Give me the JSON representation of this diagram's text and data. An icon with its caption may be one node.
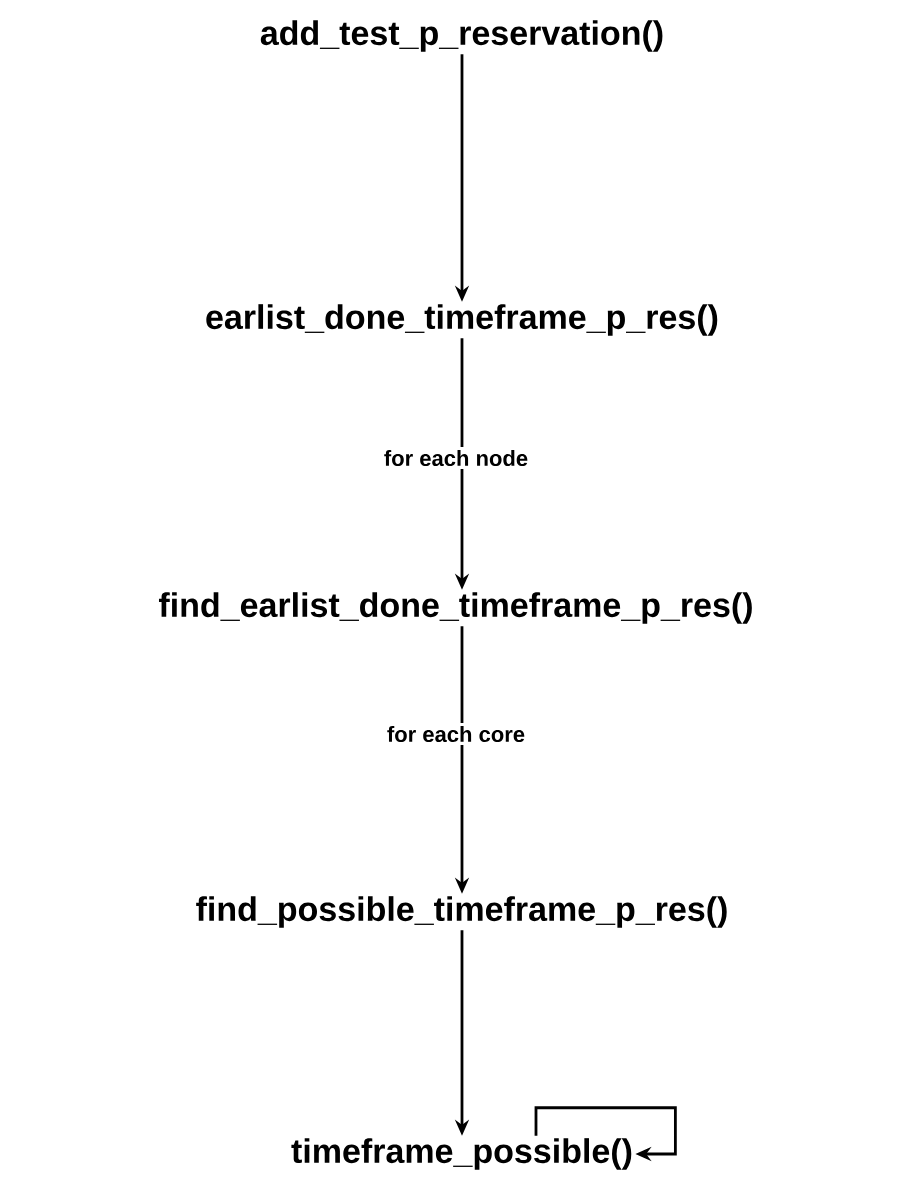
{
  "diagram": {
    "nodes": [
      {
        "text": [
          "add_test_p_reservation()"
        ]
      },
      {
        "text": [
          "earlist_done_timeframe_p_res()"
        ]
      },
      {
        "text": [
          "find_earlist_done_timeframe_p_res()"
        ]
      },
      {
        "text": [
          "find_possible_timeframe_p_res()"
        ]
      },
      {
        "text": [
          "timeframe_possible()"
        ]
      }
    ],
    "edges": [
      {
        "from": 0,
        "to": 1,
        "arrow": "to"
      },
      {
        "from": 1,
        "to": 2,
        "arrow": "to",
        "label": "for each node"
      },
      {
        "from": 2,
        "to": 3,
        "arrow": "to",
        "label": "for each core"
      },
      {
        "from": 3,
        "to": 4,
        "arrow": "to"
      },
      {
        "from": 4,
        "to": 4,
        "arrow": "to"
      }
    ]
  }
}
